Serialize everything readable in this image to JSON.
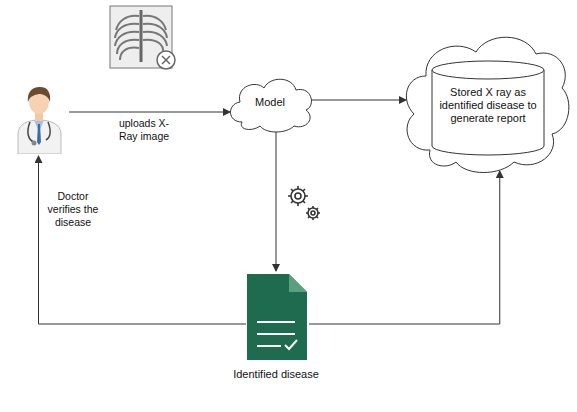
{
  "diagram": {
    "nodes": [
      {
        "text": []
      },
      {
        "text": [
          "Model"
        ]
      },
      {
        "text": [
          "Stored X ray as identified disease to generate report"
        ]
      },
      {
        "text": [
          "Identified disease"
        ]
      }
    ],
    "edges": [
      {
        "from": 0,
        "to": 1,
        "arrow": "to",
        "label": "uploads X-Ray image"
      },
      {
        "from": 1,
        "to": 2,
        "arrow": "to"
      },
      {
        "from": 1,
        "to": 3,
        "arrow": "to"
      },
      {
        "from": 3,
        "to": 0,
        "arrow": "to",
        "label": "Doctor verifies the disease"
      },
      {
        "from": 3,
        "to": 2,
        "arrow": "to"
      }
    ]
  }
}
